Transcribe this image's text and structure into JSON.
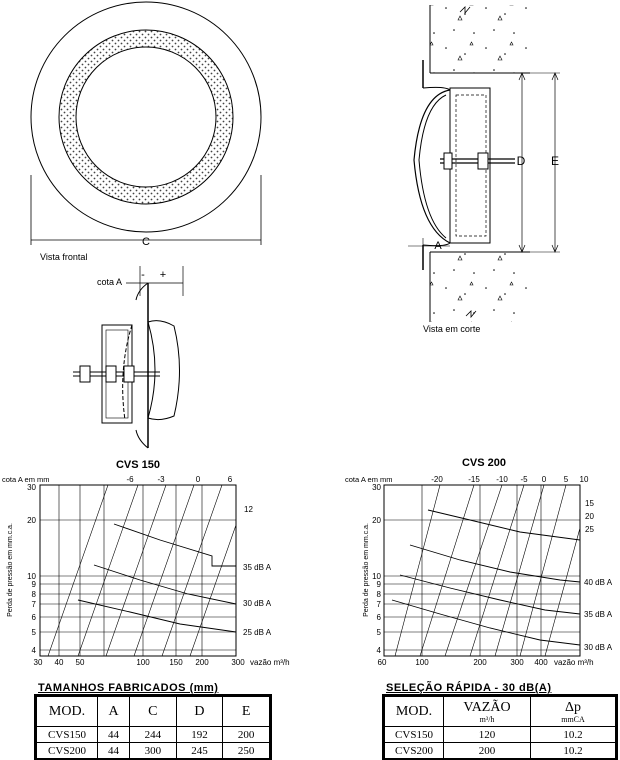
{
  "front_view": {
    "caption": "Vista frontal",
    "dim_c": "C"
  },
  "section_view": {
    "caption": "Vista em corte",
    "dim_d": "D",
    "dim_e": "E",
    "dim_a": "A"
  },
  "detail_view": {
    "cota_label": "cota A",
    "minus": "-",
    "plus": "+"
  },
  "chart_cvs150": {
    "title": "CVS 150",
    "top_axis_label": "cota A em mm",
    "top_ticks": [
      "-6",
      "-3",
      "0",
      "6"
    ],
    "y_label": "Perda de pressão em mm.c.a.",
    "y_ticks": [
      "30",
      "20",
      "10",
      "9",
      "8",
      "7",
      "6",
      "5",
      "4"
    ],
    "x_ticks": [
      "30",
      "40",
      "50",
      "100",
      "150",
      "200",
      "300"
    ],
    "x_label": "vazão m³/h",
    "right_labels": [
      "12",
      "35 dB A",
      "30 dB A",
      "25 dB A"
    ]
  },
  "chart_cvs200": {
    "title": "CVS 200",
    "top_axis_label": "cota A em mm",
    "top_ticks": [
      "-20",
      "-15",
      "-10",
      "-5",
      "0",
      "5",
      "10"
    ],
    "y_label": "Perda de pressão em mm.c.a.",
    "y_ticks": [
      "30",
      "20",
      "10",
      "9",
      "8",
      "7",
      "6",
      "5",
      "4"
    ],
    "x_ticks": [
      "60",
      "100",
      "200",
      "300",
      "400"
    ],
    "x_label": "vazão m³/h",
    "right_labels": [
      "15",
      "20",
      "25",
      "40 dB A",
      "35 dB A",
      "30 dB A"
    ]
  },
  "sizes_table": {
    "title": "TAMANHOS FABRICADOS (mm)",
    "headers": [
      "MOD.",
      "A",
      "C",
      "D",
      "E"
    ],
    "rows": [
      [
        "CVS150",
        "44",
        "244",
        "192",
        "200"
      ],
      [
        "CVS200",
        "44",
        "300",
        "245",
        "250"
      ]
    ]
  },
  "selection_table": {
    "title": "SELEÇÃO RÁPIDA - 30 dB(A)",
    "headers": [
      "MOD.",
      "VAZÃO",
      "Δp"
    ],
    "header_units": [
      "",
      "m³/h",
      "mmCA"
    ],
    "rows": [
      [
        "CVS150",
        "120",
        "10.2"
      ],
      [
        "CVS200",
        "200",
        "10.2"
      ]
    ]
  }
}
